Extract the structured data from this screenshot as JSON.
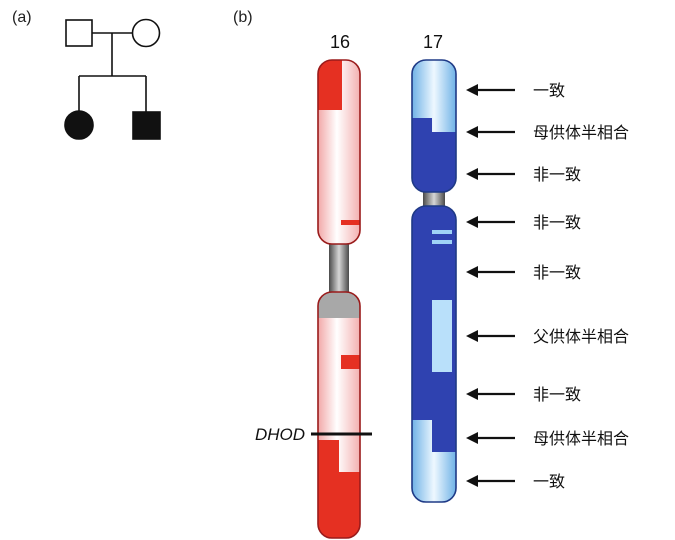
{
  "panels": {
    "a_label": "(a)",
    "b_label": "(b)"
  },
  "chromosomes": {
    "left_label": "16",
    "right_label": "17",
    "gene_label": "DHOD"
  },
  "colors": {
    "chr16_fill": "#f6c4c4",
    "chr16_outline": "#9a1b1b",
    "chr16_mark": "#e53022",
    "chr17_fill": "#8fc8ee",
    "chr17_outline": "#1f3a86",
    "chr17_mark": "#2f42b0",
    "centromere": "#8a8a8a"
  },
  "annotations": [
    {
      "label": "一致"
    },
    {
      "label": "母供体半相合"
    },
    {
      "label": "非一致"
    },
    {
      "label": "非一致"
    },
    {
      "label": "非一致"
    },
    {
      "label": "父供体半相合"
    },
    {
      "label": "非一致"
    },
    {
      "label": "母供体半相合"
    },
    {
      "label": "一致"
    }
  ]
}
